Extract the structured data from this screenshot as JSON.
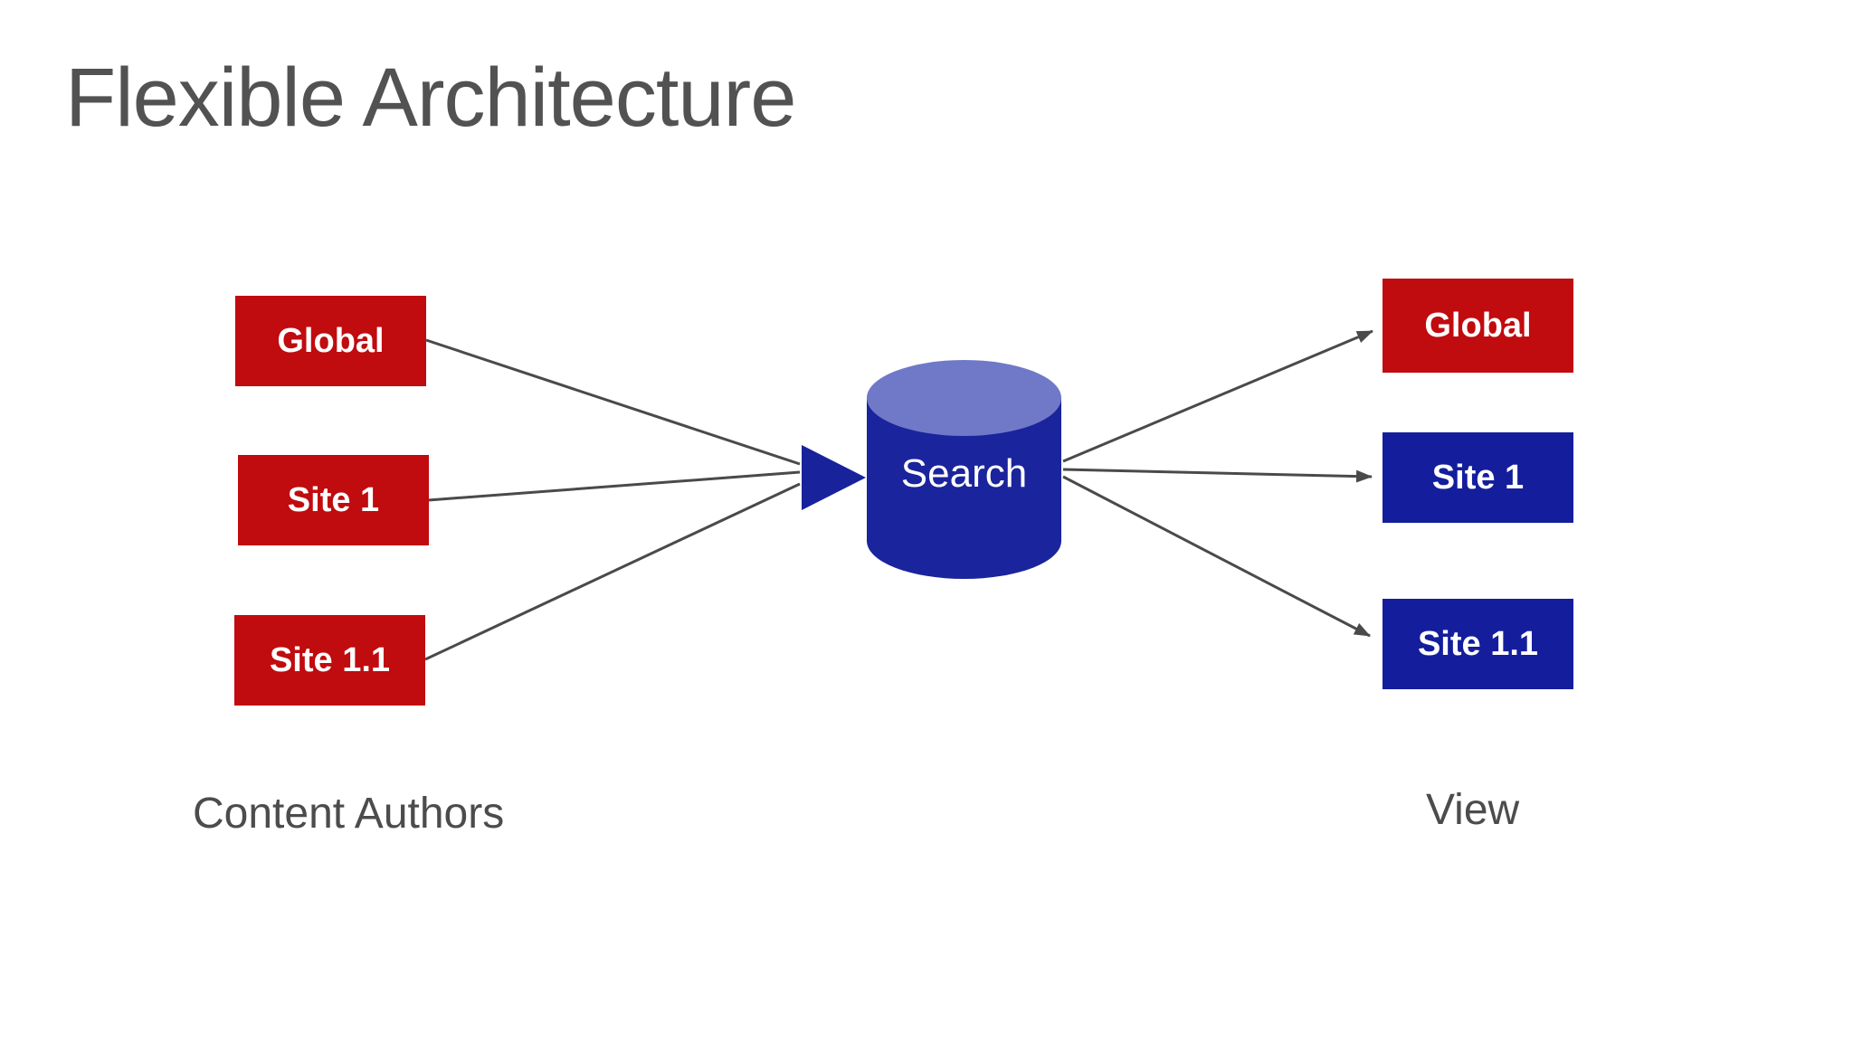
{
  "slide": {
    "title": "Flexible Architecture",
    "left_group": {
      "caption": "Content Authors",
      "boxes": [
        {
          "label": "Global",
          "color": "#C00B0F"
        },
        {
          "label": "Site 1",
          "color": "#C00B0F"
        },
        {
          "label": "Site 1.1",
          "color": "#C00B0F"
        }
      ]
    },
    "center": {
      "label": "Search"
    },
    "right_group": {
      "caption": "View",
      "boxes": [
        {
          "label": "Global",
          "color": "#C00B0F"
        },
        {
          "label": "Site 1",
          "color": "#141E9C"
        },
        {
          "label": "Site 1.1",
          "color": "#141E9C"
        }
      ]
    },
    "colors": {
      "red_box": "#C00B0F",
      "blue_box": "#141E9C",
      "cylinder_body": "#1A249C",
      "cylinder_top": "#7079C7",
      "flow_triangle": "#18229B",
      "connector_line": "#4a4a4a",
      "title_text": "#525252",
      "caption_text": "#4c4c4c"
    }
  }
}
